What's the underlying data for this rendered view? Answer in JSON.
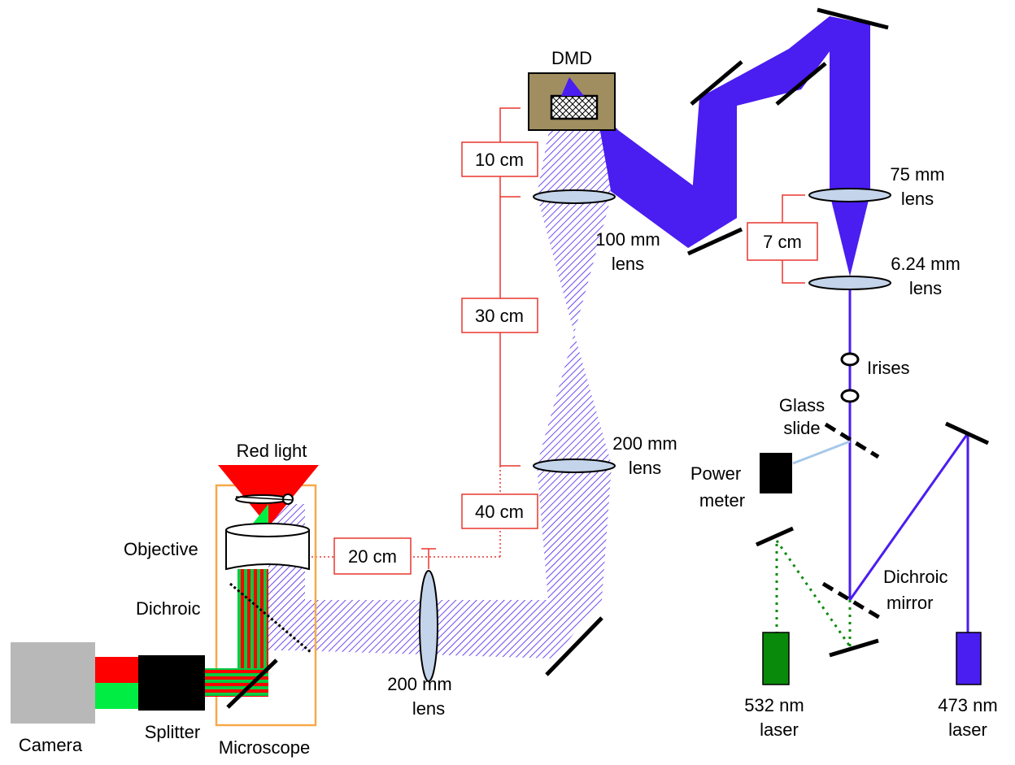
{
  "labels": {
    "dmd": "DMD",
    "lens_75": [
      "75 mm",
      "lens"
    ],
    "lens_624": [
      "6.24 mm",
      "lens"
    ],
    "lens_100": [
      "100 mm",
      "lens"
    ],
    "lens_200_top": [
      "200 mm",
      "lens"
    ],
    "lens_200_bottom": [
      "200 mm",
      "lens"
    ],
    "irises": "Irises",
    "glass_slide": [
      "Glass",
      "slide"
    ],
    "power_meter": [
      "Power",
      "meter"
    ],
    "dichroic_mirror": [
      "Dichroic",
      "mirror"
    ],
    "laser_532": [
      "532 nm",
      "laser"
    ],
    "laser_473": [
      "473 nm",
      "laser"
    ],
    "red_light": "Red light",
    "objective": "Objective",
    "dichroic": "Dichroic",
    "camera": "Camera",
    "splitter": "Splitter",
    "microscope": "Microscope"
  },
  "distances": {
    "d1": "10 cm",
    "d2": "30 cm",
    "d3": "40 cm",
    "d4": "20 cm",
    "d5": "7 cm"
  },
  "colors": {
    "blue_beam": "#4a1df0",
    "red_light": "#ff0000",
    "green_light": "#00ee44",
    "green_laser": "#0a8a0a",
    "annotation_red": "#e8372f",
    "microscope_orange": "#f7a94a",
    "dmd_brown": "#a08e60",
    "lens_fill": "#c4d4ea",
    "camera_gray": "#b8b8b8",
    "meter_black": "#000000"
  }
}
